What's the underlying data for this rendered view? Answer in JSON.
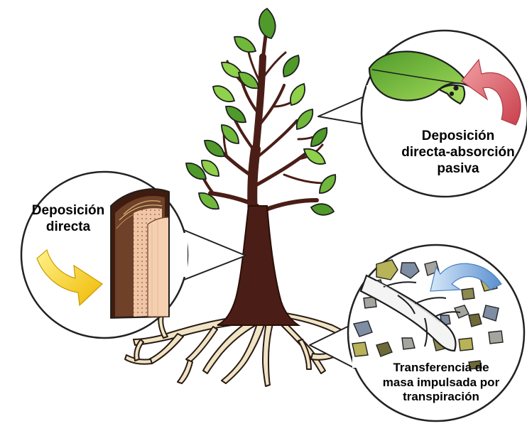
{
  "labels": {
    "leaf_pathway": {
      "line1": "Deposición",
      "line2": "directa-absorción",
      "line3": "pasiva"
    },
    "bark_pathway": {
      "line1": "Deposición",
      "line2": "directa"
    },
    "root_pathway": {
      "line1": "Transferencia de",
      "line2": "masa impulsada por",
      "line3": "transpiración"
    }
  },
  "icons": {
    "tree": "tree-icon",
    "leaf": "leaf-icon",
    "bark": "bark-cross-section-icon",
    "root": "root-in-soil-icon",
    "leaf_arrow": "curved-arrow-icon",
    "bark_arrow": "curved-arrow-icon",
    "root_arrow": "curved-arrow-icon"
  },
  "colors": {
    "trunk": "#4a1e16",
    "leaf_dark": "#4f9a2a",
    "leaf_light": "#8fd14a",
    "leaf_arrow": "#d6606a",
    "bark_arrow": "#f5cc1a",
    "root_arrow": "#7aa9da",
    "outline": "#1e1e1e"
  }
}
